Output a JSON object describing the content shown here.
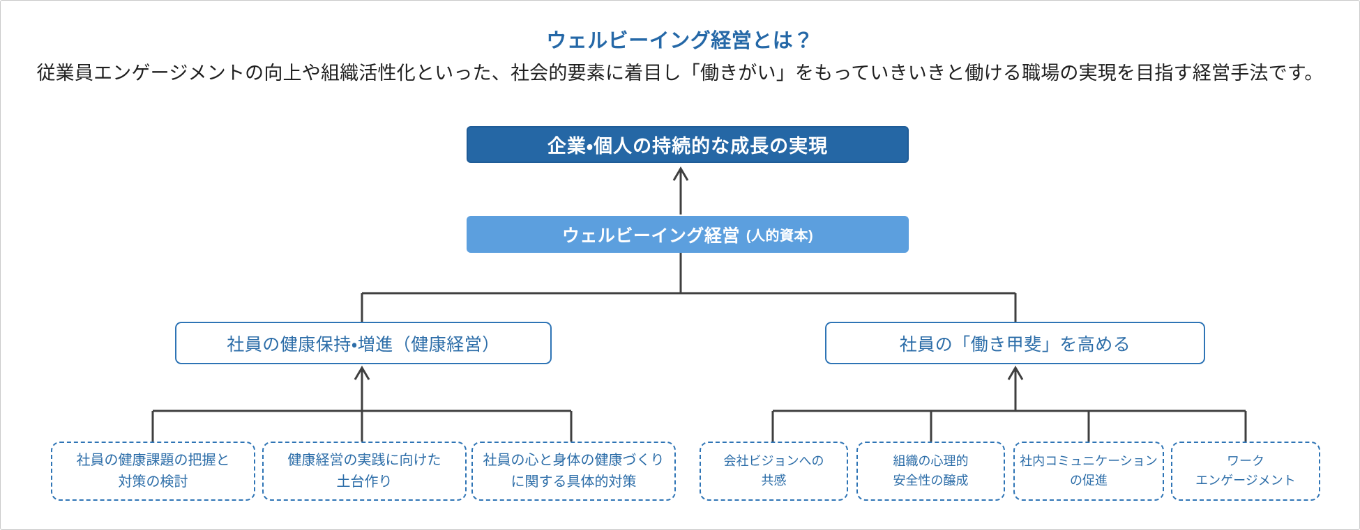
{
  "page": {
    "title": "ウェルビーイング経営とは？",
    "subtitle": "従業員エンゲージメントの向上や組織活性化といった、社会的要素に着目し「働きがい」をもっていきいきと働ける職場の実現を目指す経営手法です。"
  },
  "colors": {
    "goal_fill": "#2567a5",
    "root_fill": "#5c9fde",
    "outline_blue": "#2e74b5",
    "blue_text": "#2c6da8",
    "title_blue": "#2568a7",
    "connector_gray": "#3f3f3f"
  },
  "diagram": {
    "goal_box": {
      "label": "企業・個人の持続的な成長の実現"
    },
    "root_box": {
      "label": "ウェルビーイング経営",
      "sublabel": "(人的資本)"
    },
    "branches": [
      {
        "label": "社員の健康保持・増進（健康経営）",
        "children": [
          "社員の健康課題の把握と\n対策の検討",
          "健康経営の実践に向けた\n土台作り",
          "社員の心と身体の健康づくり\nに関する具体的対策"
        ]
      },
      {
        "label": "社員の「働き甲斐」を高める",
        "children": [
          "会社ビジョンへの\n共感",
          "組織の心理的\n安全性の醸成",
          "社内コミュニケーション\nの促進",
          "ワーク\nエンゲージメント"
        ]
      }
    ]
  }
}
